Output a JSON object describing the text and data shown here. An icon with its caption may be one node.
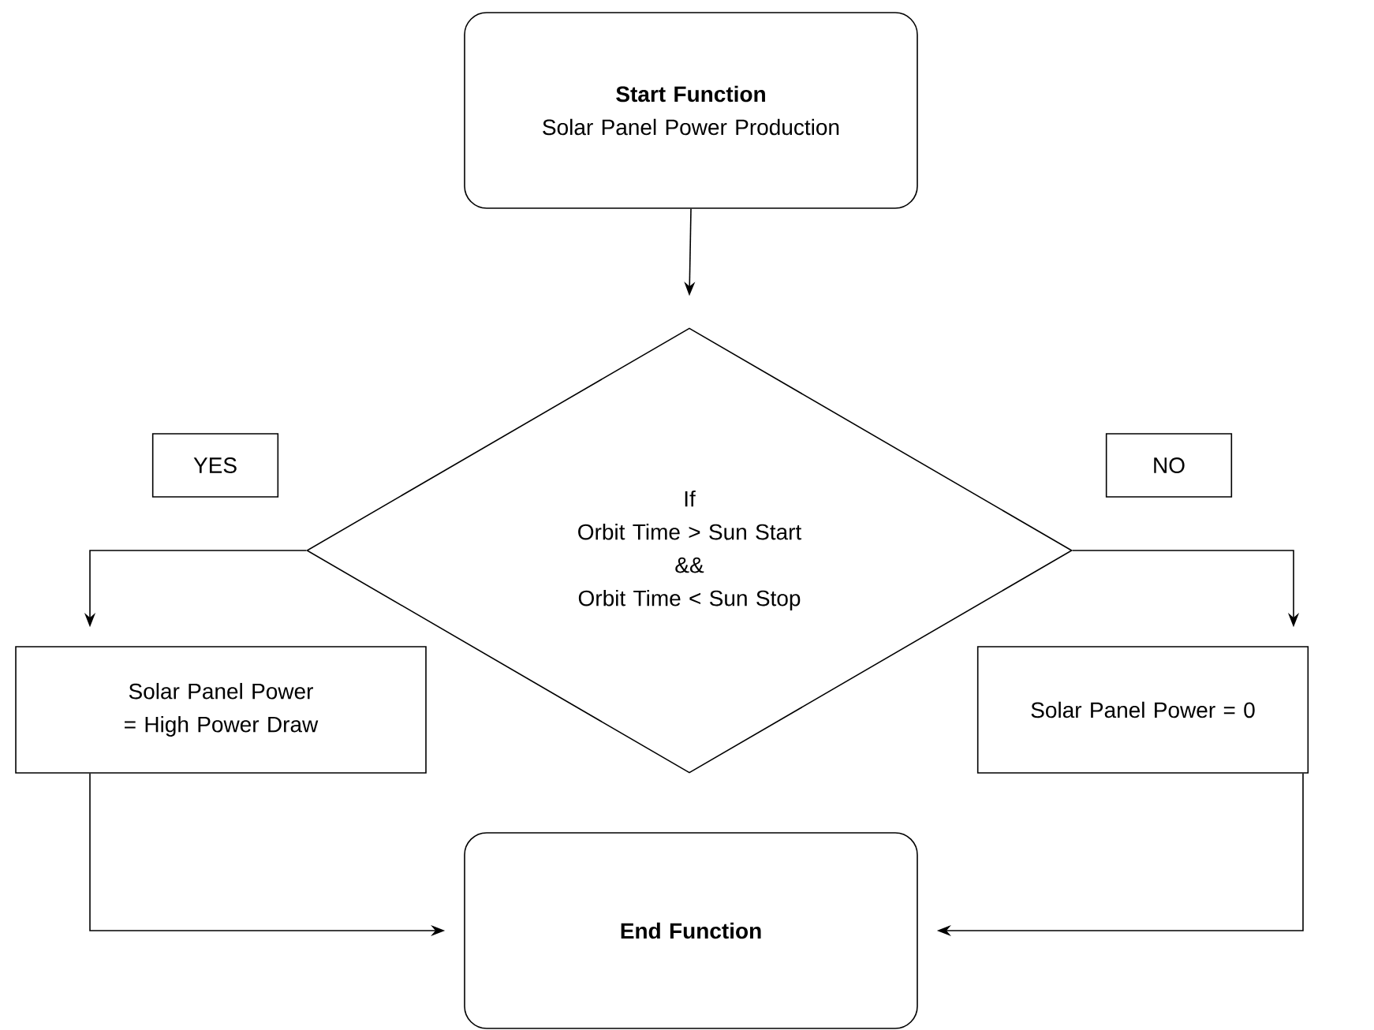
{
  "diagram": {
    "nodes": [
      {
        "text": [
          "Start Function",
          "Solar Panel Power Production"
        ]
      },
      {
        "text": [
          "If",
          "Orbit Time > Sun Start",
          "&&",
          "Orbit Time < Sun Stop"
        ]
      },
      {
        "text": [
          "YES"
        ]
      },
      {
        "text": [
          "NO"
        ]
      },
      {
        "text": [
          "Solar Panel Power = High Power Draw"
        ]
      },
      {
        "text": [
          "Solar Panel Power = 0"
        ]
      },
      {
        "text": [
          "End Function"
        ]
      }
    ],
    "edges": [
      {
        "from": 0,
        "to": 1,
        "arrow": "to"
      },
      {
        "from": 1,
        "to": 4,
        "arrow": "to"
      },
      {
        "from": 1,
        "to": 5,
        "arrow": "to"
      },
      {
        "from": 4,
        "to": 6,
        "arrow": "to"
      },
      {
        "from": 5,
        "to": 6,
        "arrow": "to"
      }
    ]
  }
}
